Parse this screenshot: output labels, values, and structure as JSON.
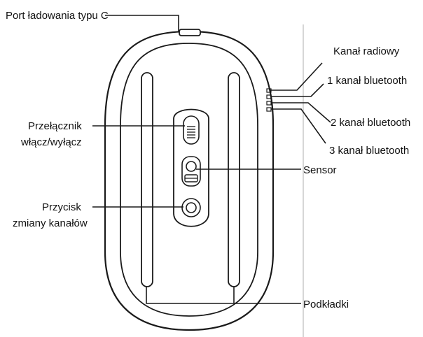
{
  "labels": {
    "port": "Port ładowania typu C",
    "radio": "Kanał radiowy",
    "bt1": "1 kanał bluetooth",
    "bt2": "2 kanał bluetooth",
    "bt3": "3 kanał bluetooth",
    "switch_line1": "Przełącznik",
    "switch_line2": "włącz/wyłącz",
    "sensor": "Sensor",
    "button_line1": "Przycisk",
    "button_line2": "zmiany kanałów",
    "pads": "Podkładki"
  },
  "colors": {
    "stroke": "#1a1a1a",
    "divider": "#c8c8c8",
    "text": "#111111"
  }
}
